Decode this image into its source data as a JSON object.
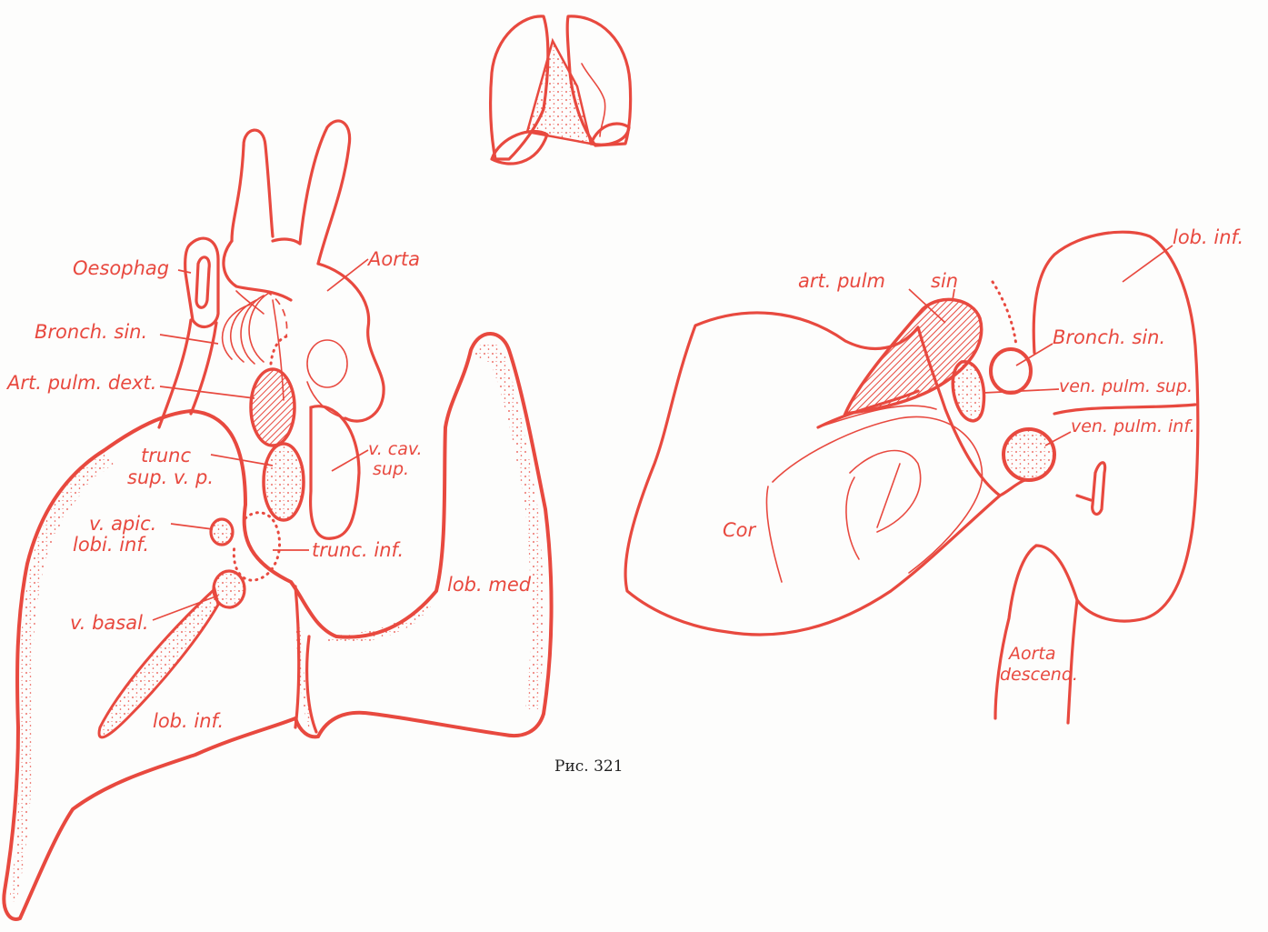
{
  "colors": {
    "ink": "#e8493f",
    "paper": "#fdfdfc",
    "caption": "#222222"
  },
  "left_figure": {
    "labels": {
      "oesophag": "Oesophag",
      "aorta": "Aorta",
      "bronch_sin": "Bronch. sin.",
      "art_pulm_dext": "Art. pulm. dext.",
      "trunc_sup_1": "trunc",
      "trunc_sup_2": "sup. v. p.",
      "v_cav_1": "v. cav.",
      "v_cav_2": "sup.",
      "v_apic_1": "v. apic.",
      "v_apic_2": "lobi. inf.",
      "trunc_inf": "trunc. inf.",
      "lob_med": "lob. med",
      "v_basal": "v. basal.",
      "lob_inf": "lob. inf."
    }
  },
  "right_figure": {
    "labels": {
      "art_pulm": "art. pulm",
      "sin": "sin",
      "lob_inf": "lob. inf.",
      "bronch_sin": "Bronch. sin.",
      "ven_pulm_sup": "ven. pulm. sup.",
      "ven_pulm_inf": "ven. pulm. inf.",
      "cor": "Cor",
      "aorta_1": "Aorta",
      "aorta_2": "descend."
    }
  },
  "caption": "Рис. 321"
}
